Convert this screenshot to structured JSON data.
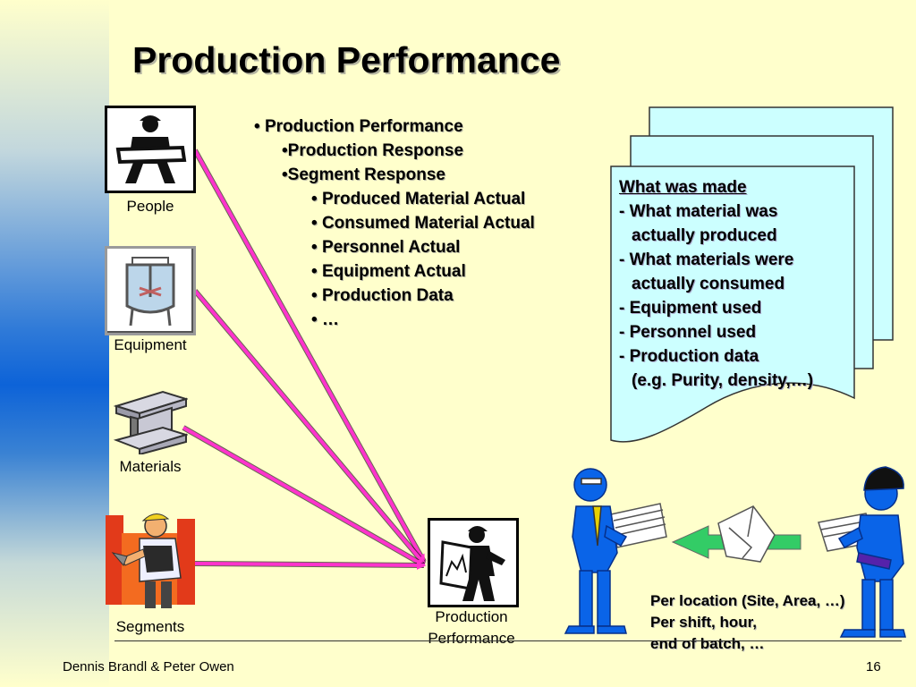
{
  "slide": {
    "title": "Production Performance",
    "footer_left": "Dennis Brandl & Peter Owen",
    "page_number": "16"
  },
  "bullets": [
    {
      "level": 1,
      "text": "Production Performance"
    },
    {
      "level": 2,
      "text": "Production Response"
    },
    {
      "level": 2,
      "text": "Segment Response"
    },
    {
      "level": 3,
      "text": "Produced Material Actual"
    },
    {
      "level": 3,
      "text": "Consumed Material Actual"
    },
    {
      "level": 3,
      "text": "Personnel Actual"
    },
    {
      "level": 3,
      "text": "Equipment Actual"
    },
    {
      "level": 3,
      "text": "Production Data"
    },
    {
      "level": 3,
      "text": "…"
    }
  ],
  "resources": {
    "people": "People",
    "equipment": "Equipment",
    "materials": "Materials",
    "segments": "Segments"
  },
  "target": {
    "label_line1": "Production",
    "label_line2": "Performance"
  },
  "document_notes": {
    "heading": "What was made",
    "items": [
      {
        "first": "What material was",
        "second": "actually produced"
      },
      {
        "first": "What materials were",
        "second": "actually consumed"
      },
      {
        "first": "Equipment used",
        "second": ""
      },
      {
        "first": "Personnel used",
        "second": ""
      },
      {
        "first": "Production data",
        "second": "(e.g. Purity, density,…)"
      }
    ]
  },
  "bottom_note": {
    "line1": "Per location (Site, Area, …)",
    "line2": "Per shift, hour,",
    "line3": "end of batch, …"
  },
  "colors": {
    "connector": "#ff33cc",
    "document_fill": "#ccffff",
    "arrow_green": "#33cc66",
    "figure_blue": "#0a64e8"
  }
}
